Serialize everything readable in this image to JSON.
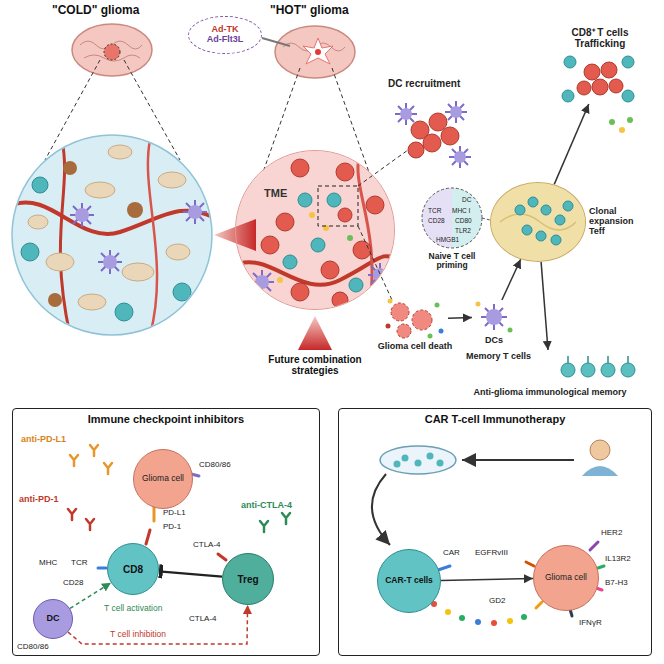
{
  "diagram": {
    "nodes": [
      {
        "text": [
          "Ad-TK",
          "Ad-Flt3L"
        ]
      },
      {
        "text": [
          "TME"
        ]
      },
      {
        "text": [
          "CD8⁺ T cells Trafficking"
        ]
      },
      {
        "text": [
          "Clonal expansion Teff"
        ]
      },
      {
        "text": [
          "Glioma cell death"
        ]
      },
      {
        "text": [
          "DCs"
        ]
      },
      {
        "text": [
          "Memory T cells",
          "Anti-glioma immunological memory"
        ]
      },
      {
        "text": [
          "Immune checkpoint inhibitors"
        ]
      },
      {
        "text": [
          "Glioma cell"
        ],
        "in": 7
      },
      {
        "text": [
          "CD8"
        ],
        "in": 7
      },
      {
        "text": [
          "Treg"
        ],
        "in": 7
      },
      {
        "text": [
          "DC"
        ],
        "in": 7
      },
      {
        "text": [
          "CAR T-cell Immunotherapy"
        ]
      },
      {
        "text": [
          "CAR-T cells"
        ],
        "in": 12
      },
      {
        "text": [
          "Glioma cell"
        ],
        "in": 12
      }
    ],
    "edges": [
      {
        "from": 4,
        "to": 5,
        "arrow": "to"
      },
      {
        "from": 5,
        "to": 3,
        "arrow": "to"
      },
      {
        "from": 3,
        "to": 2,
        "arrow": "to"
      },
      {
        "from": 3,
        "to": 6,
        "arrow": "to"
      },
      {
        "from": 10,
        "to": 9,
        "arrow": "to"
      },
      {
        "from": 11,
        "to": 9,
        "label": "T cell activation",
        "arrow": "to"
      },
      {
        "from": 11,
        "to": 10,
        "label": "T cell inhibition",
        "arrow": "to"
      },
      {
        "from": 13,
        "to": 14,
        "arrow": "to"
      }
    ],
    "labels": [
      "\"COLD\" glioma",
      "\"HOT\" glioma",
      "DC recruitment",
      "Naive T cell priming",
      "TCR",
      "MHC I",
      "CD28",
      "CD80",
      "TLR2",
      "DC",
      "HMGB1",
      "Future combination strategies",
      "anti-PD-L1",
      "anti-PD-1",
      "CD80/86",
      "PD-L1",
      "PD-1",
      "anti-CTLA-4",
      "CTLA-4",
      "MHC",
      "TCR",
      "CD28",
      "CTLA-4",
      "CD80/86",
      "CAR",
      "EGFRvIII",
      "HER2",
      "IL13R2",
      "B7-H3",
      "GD2",
      "IFNγR"
    ]
  }
}
